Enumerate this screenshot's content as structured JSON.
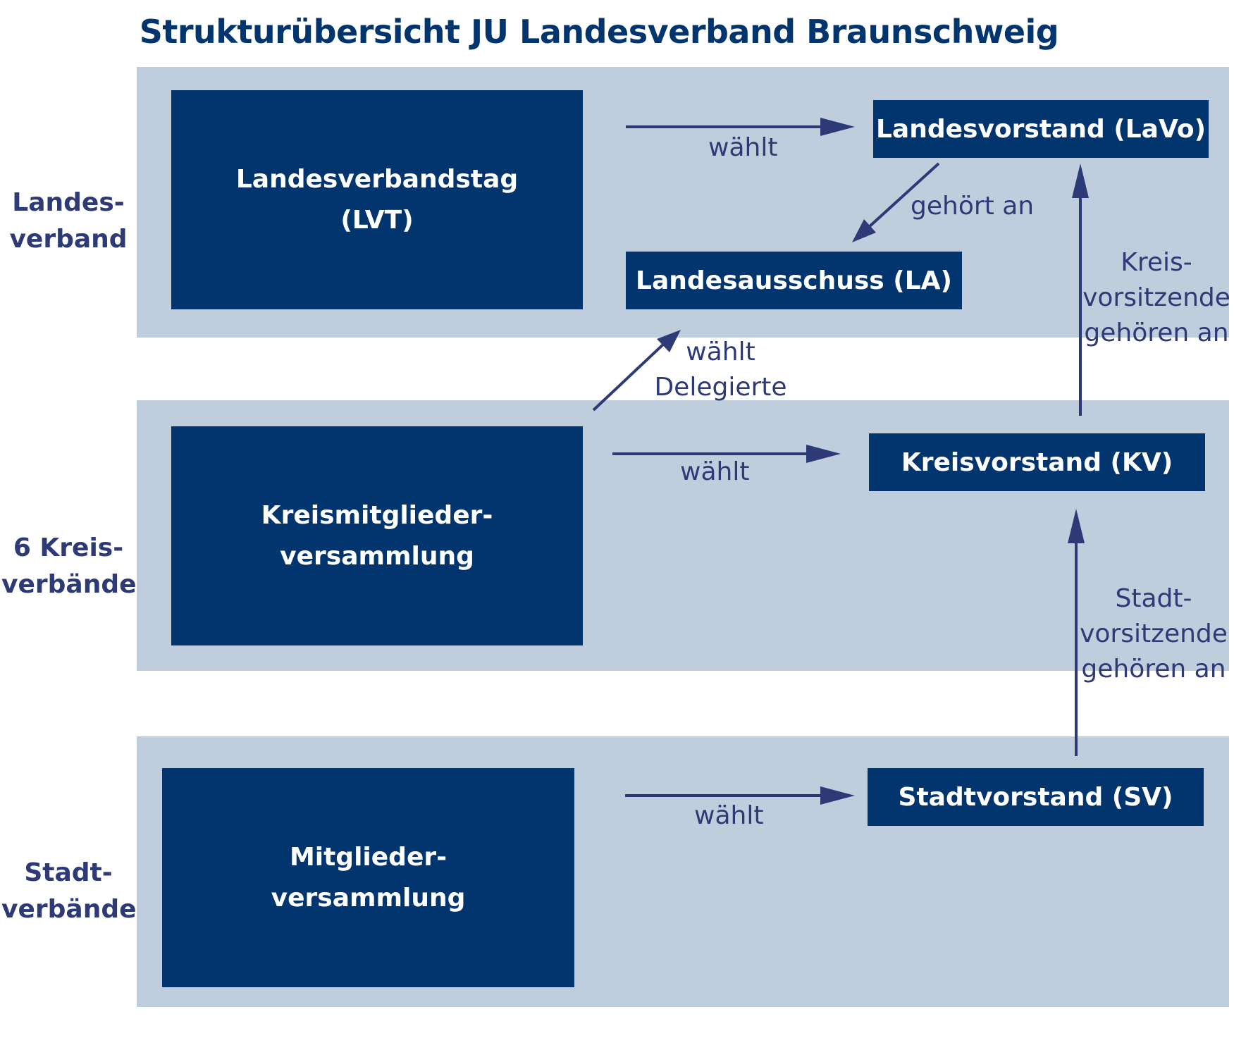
{
  "title": "Strukturübersicht JU Landesverband Braunschweig",
  "colors": {
    "box": "#02356e",
    "band": "#c0cddd",
    "arrow": "#2e3a75",
    "text": "#2e3a75"
  },
  "rows": {
    "landesverband": {
      "line1": "Landes-",
      "line2": "verband"
    },
    "kreisverbaende": {
      "line1": "6 Kreis-",
      "line2": "verbände"
    },
    "stadtverbaende": {
      "line1": "Stadt-",
      "line2": "verbände"
    }
  },
  "boxes": {
    "lvt": {
      "line1": "Landesverbandstag",
      "line2": "(LVT)"
    },
    "lavo": "Landesvorstand (LaVo)",
    "la": "Landesausschuss (LA)",
    "kmv": {
      "line1": "Kreismitglieder-",
      "line2": "versammlung"
    },
    "kv": "Kreisvorstand (KV)",
    "mv": {
      "line1": "Mitglieder-",
      "line2": "versammlung"
    },
    "sv": "Stadtvorstand (SV)"
  },
  "labels": {
    "lvt_waehlt": "wählt",
    "gehoert_an": "gehört an",
    "kreisvorsitzende": {
      "line1": "Kreis-",
      "line2": "vorsitzende",
      "line3": "gehören an"
    },
    "waehlt_delegierte": {
      "line1": "wählt",
      "line2": "Delegierte"
    },
    "kmv_waehlt": "wählt",
    "stadtvorsitzende": {
      "line1": "Stadt-",
      "line2": "vorsitzende",
      "line3": "gehören an"
    },
    "mv_waehlt": "wählt"
  }
}
